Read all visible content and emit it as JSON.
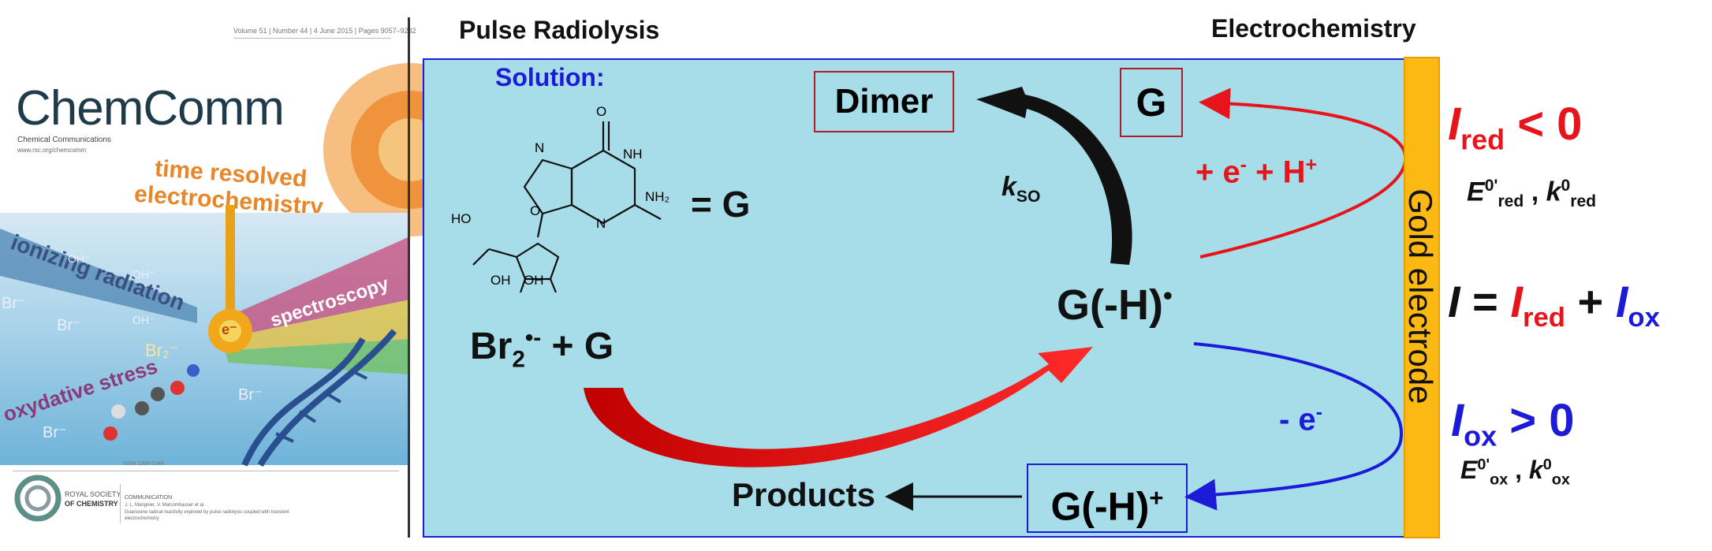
{
  "cover": {
    "issue_line": "Volume 51 | Number 44 | 4 June 2015 | Pages 9057–9232",
    "journal_title": "ChemComm",
    "journal_subtitle": "Chemical Communications",
    "journal_url": "www.rsc.org/chemcomm",
    "headline_1": "time resolved",
    "headline_2": "electrochemistry",
    "label_radiation": "ionizing radiation",
    "label_spectroscopy": "spectroscopy",
    "label_stress": "oxydative stress",
    "label_br": "Br⁻",
    "label_br2": "Br₂⁻",
    "label_oh": "OH⁻",
    "label_e": "e⁻",
    "issn": "ISSN 1359-7345",
    "publisher_1": "ROYAL SOCIETY",
    "publisher_2": "OF CHEMISTRY",
    "comm_heading": "COMMUNICATION",
    "comm_authors": "J. L. Marignier, V. Malcomhauser et al.",
    "comm_title": "Guanosine radical reactivity explored by pulse radiolysis coupled with transient electrochemistry",
    "colors": {
      "title": "#1f3b4a",
      "headline": "#e8862a",
      "art": "#6fb3d9"
    }
  },
  "headers": {
    "left": "Pulse Radiolysis",
    "right": "Electrochemistry"
  },
  "panel": {
    "solution_label": "Solution:",
    "molecule_eq": "= G",
    "atom_o": "O",
    "atom_n": "N",
    "atom_nh": "NH",
    "atom_nh2": "NH₂",
    "atom_ho": "HO",
    "atom_oh": "OH",
    "dimer": "Dimer",
    "g_box": "G",
    "k_so_k": "k",
    "k_so_sub": "SO",
    "gh_radical": "G(-H)",
    "gh_radical_dot": "•",
    "br2_main": "Br",
    "br2_sub": "2",
    "br2_sup": "•-",
    "br2_tail": " +  G",
    "products": "Products",
    "gh_cation": "G(-H)",
    "gh_cation_sup": "+",
    "red_reaction_a": "+ e",
    "red_reaction_sup": "-",
    "red_reaction_b": "  + H",
    "red_reaction_sup2": "+",
    "ox_reaction": "- e",
    "ox_reaction_sup": "-",
    "electrode": "Gold electrode",
    "colors": {
      "panel": "#a7dde8",
      "border": "#1b1bd8",
      "electrode": "#fdb913",
      "red": "#e8141b",
      "blue": "#1b1bd8"
    }
  },
  "right": {
    "i_red_i": "I",
    "i_red_sub": "red",
    "i_red_rel": " < 0",
    "e_red": "E",
    "e_red_sup": "0'",
    "e_red_sub": "red",
    "comma": " , ",
    "k_red": "k",
    "k_red_sup": "0",
    "k_red_sub": "red",
    "sum_i": "I",
    "sum_eq": " = ",
    "sum_i_red": "I",
    "sum_red_sub": "red",
    "sum_plus": "  +  ",
    "sum_i_ox": "I",
    "sum_ox_sub": "ox",
    "i_ox_i": "I",
    "i_ox_sub": "ox",
    "i_ox_rel": " > 0",
    "e_ox": "E",
    "e_ox_sup": "0'",
    "e_ox_sub": "ox",
    "k_ox": "k",
    "k_ox_sup": "0",
    "k_ox_sub": "ox"
  }
}
